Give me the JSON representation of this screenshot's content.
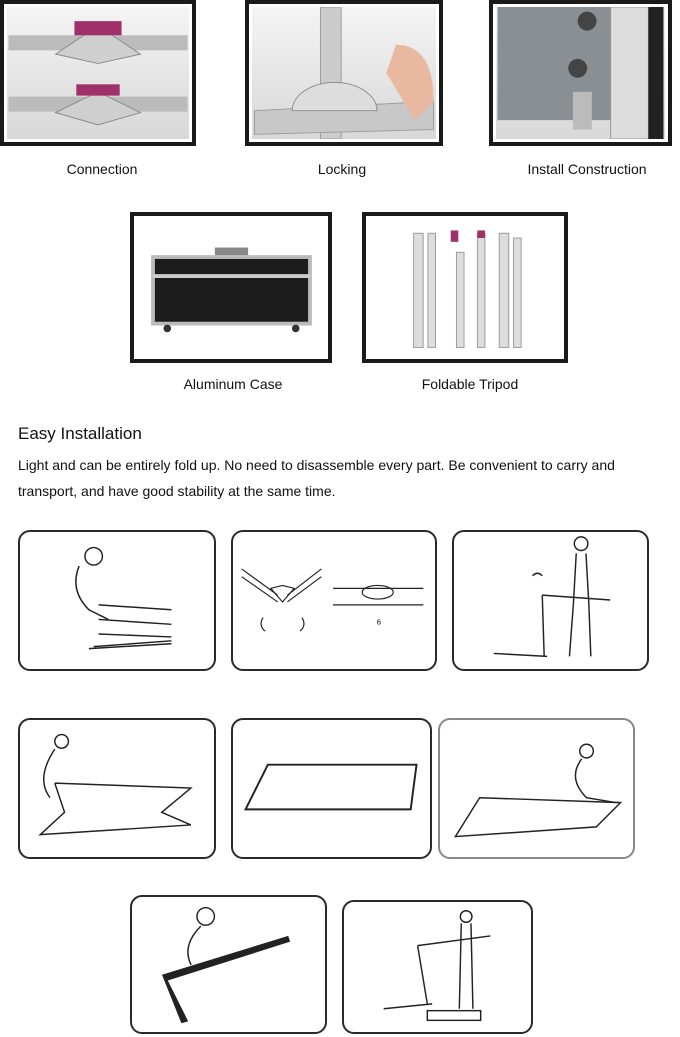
{
  "features": [
    {
      "caption": "Connection"
    },
    {
      "caption": "Locking"
    },
    {
      "caption": "Install Construction"
    },
    {
      "caption": "Aluminum Case"
    },
    {
      "caption": "Foldable Tripod"
    }
  ],
  "section": {
    "title": "Easy Installation",
    "description": "Light and can be entirely fold up. No need to disassemble every part. Be convenient to carry and transport, and have good stability at the same time."
  },
  "steps": [
    {
      "label": "unfold-frame"
    },
    {
      "label": "lock-joints"
    },
    {
      "label": "lift-frame"
    },
    {
      "label": "extend-frame"
    },
    {
      "label": "flat-frame"
    },
    {
      "label": "attach-screen"
    },
    {
      "label": "raise-frame"
    },
    {
      "label": "stand-frame"
    }
  ]
}
